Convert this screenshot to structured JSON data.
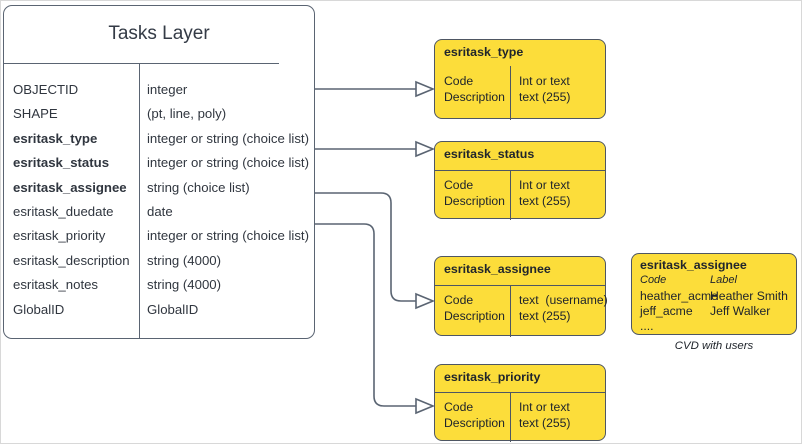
{
  "diagram": {
    "title": "Tasks Layer",
    "entity": {
      "name": "Tasks Layer",
      "field_rows": [
        {
          "field": "OBJECTID",
          "type": "integer",
          "bold": false
        },
        {
          "field": "SHAPE",
          "type": "(pt, line, poly)",
          "bold": false
        },
        {
          "field": "esritask_type",
          "type": "integer or string (choice list)",
          "bold": true
        },
        {
          "field": "esritask_status",
          "type": "integer or string (choice list)",
          "bold": true
        },
        {
          "field": "esritask_assignee",
          "type": "string (choice list)",
          "bold": true
        },
        {
          "field": "esritask_duedate",
          "type": "date",
          "bold": false
        },
        {
          "field": "esritask_priority",
          "type": "integer or string (choice list)",
          "bold": false
        },
        {
          "field": "esritask_description",
          "type": "string (4000)",
          "bold": false
        },
        {
          "field": "esritask_notes",
          "type": "string (4000)",
          "bold": false
        },
        {
          "field": "GlobalID",
          "type": "GlobalID",
          "bold": false
        }
      ]
    },
    "domains": [
      {
        "title": "esritask_type",
        "left_lines": "Code\nDescription",
        "right_lines": "Int or text\ntext (255)"
      },
      {
        "title": "esritask_status",
        "left_lines": "Code\nDescription",
        "right_lines": "Int or text\ntext (255)"
      },
      {
        "title": "esritask_assignee",
        "left_lines": "Code\nDescription",
        "right_lines": "text  (username)\ntext (255)"
      },
      {
        "title": "esritask_priority",
        "left_lines": "Code\nDescription",
        "right_lines": "Int or text\ntext (255)"
      }
    ],
    "cvd": {
      "title": "esritask_assignee",
      "header_code": "Code",
      "header_label": "Label",
      "codes": "heather_acme\njeff_acme\n....",
      "labels": "Heather Smith\nJeff Walker",
      "caption": "CVD with users"
    },
    "colors": {
      "domain_fill": "#FCDD3A",
      "stroke": "#5A6472",
      "text": "#30363F",
      "background": "#FFFFFF"
    }
  }
}
